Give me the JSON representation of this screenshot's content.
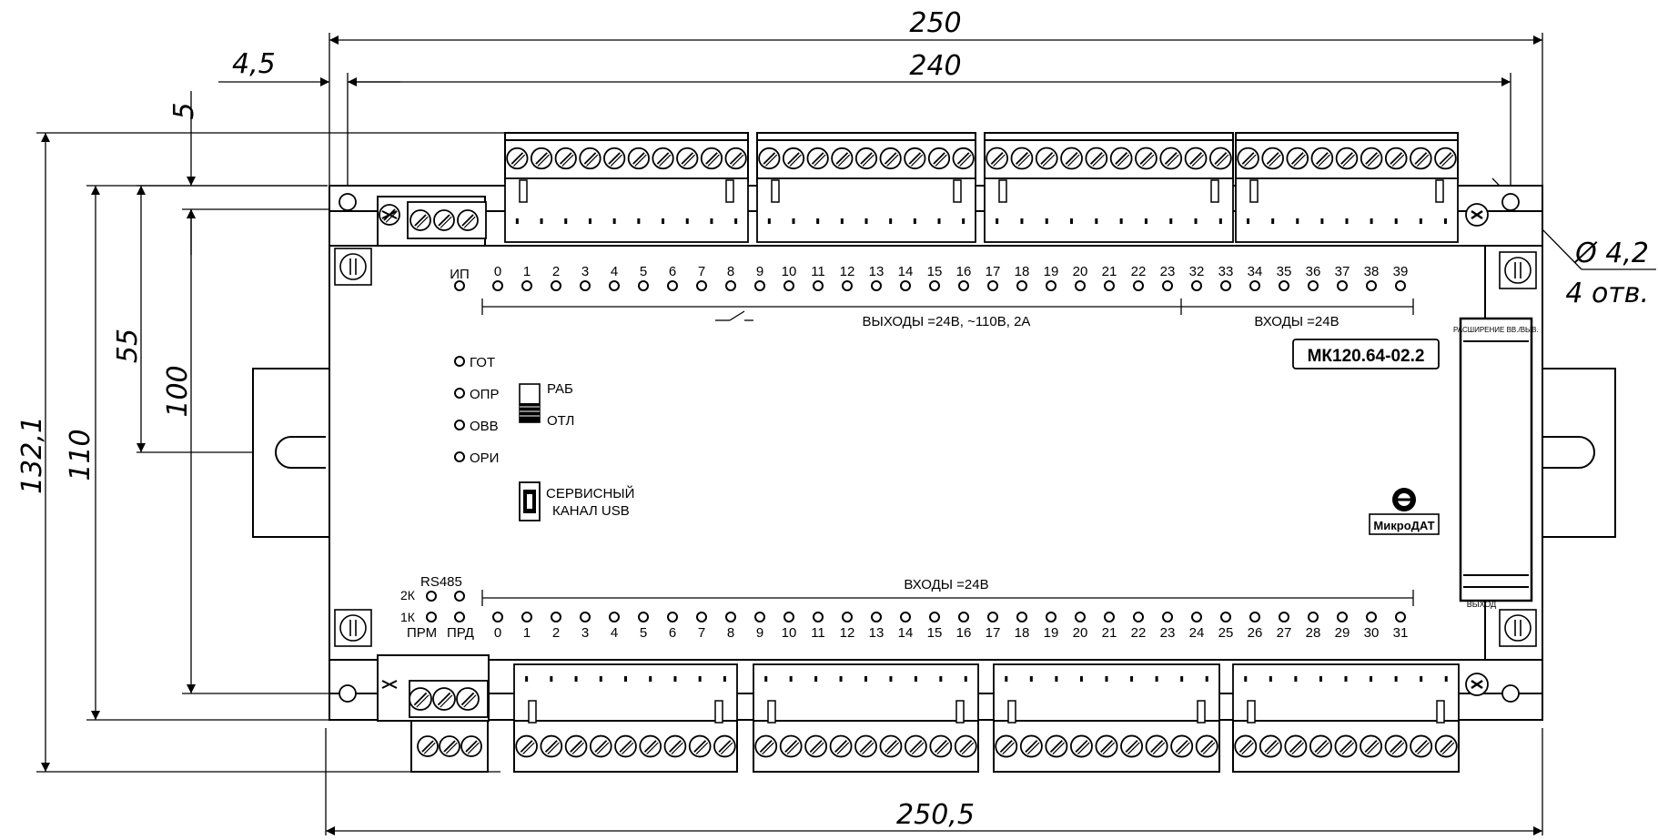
{
  "dimensions": {
    "overall_width_top": "250",
    "mounting_width": "240",
    "hole_offset_x": "4,5",
    "hole_offset_y": "5",
    "din_height": "55",
    "mounting_height": "100",
    "body_height": "110",
    "overall_height": "132,1",
    "overall_width_bottom": "250,5",
    "hole_diameter": "Ø 4,2",
    "hole_count": "4 отв."
  },
  "device": {
    "model": "МК120.64-02.2",
    "power_label": "ИП",
    "top_channels": [
      "0",
      "1",
      "2",
      "3",
      "4",
      "5",
      "6",
      "7",
      "8",
      "9",
      "10",
      "11",
      "12",
      "13",
      "14",
      "15",
      "16",
      "17",
      "18",
      "19",
      "20",
      "21",
      "22",
      "23",
      "32",
      "33",
      "34",
      "35",
      "36",
      "37",
      "38",
      "39"
    ],
    "outputs_label": "ВЫХОДЫ =24В, ~110В, 2А",
    "top_inputs_label": "ВХОДЫ =24В",
    "status_leds": [
      "ГОТ",
      "ОПР",
      "ОВВ",
      "ОРИ"
    ],
    "switch_labels": [
      "РАБ",
      "ОТЛ"
    ],
    "usb_label_line1": "СЕРВИСНЫЙ",
    "usb_label_line2": "КАНАЛ USB",
    "expansion_label": "РАСШИРЕНИЕ ВВ./ВЫВ.",
    "exit_label": "ВЫХОД",
    "brand": "МикроДАТ",
    "rs485_label": "RS485",
    "rs485_2k": "2К",
    "rs485_1k": "1К",
    "rx_label": "ПРМ",
    "tx_label": "ПРД",
    "bottom_inputs_label": "ВХОДЫ =24В",
    "bottom_channels": [
      "0",
      "1",
      "2",
      "3",
      "4",
      "5",
      "6",
      "7",
      "8",
      "9",
      "10",
      "11",
      "12",
      "13",
      "14",
      "15",
      "16",
      "17",
      "18",
      "19",
      "20",
      "21",
      "22",
      "23",
      "24",
      "25",
      "26",
      "27",
      "28",
      "29",
      "30",
      "31"
    ]
  }
}
